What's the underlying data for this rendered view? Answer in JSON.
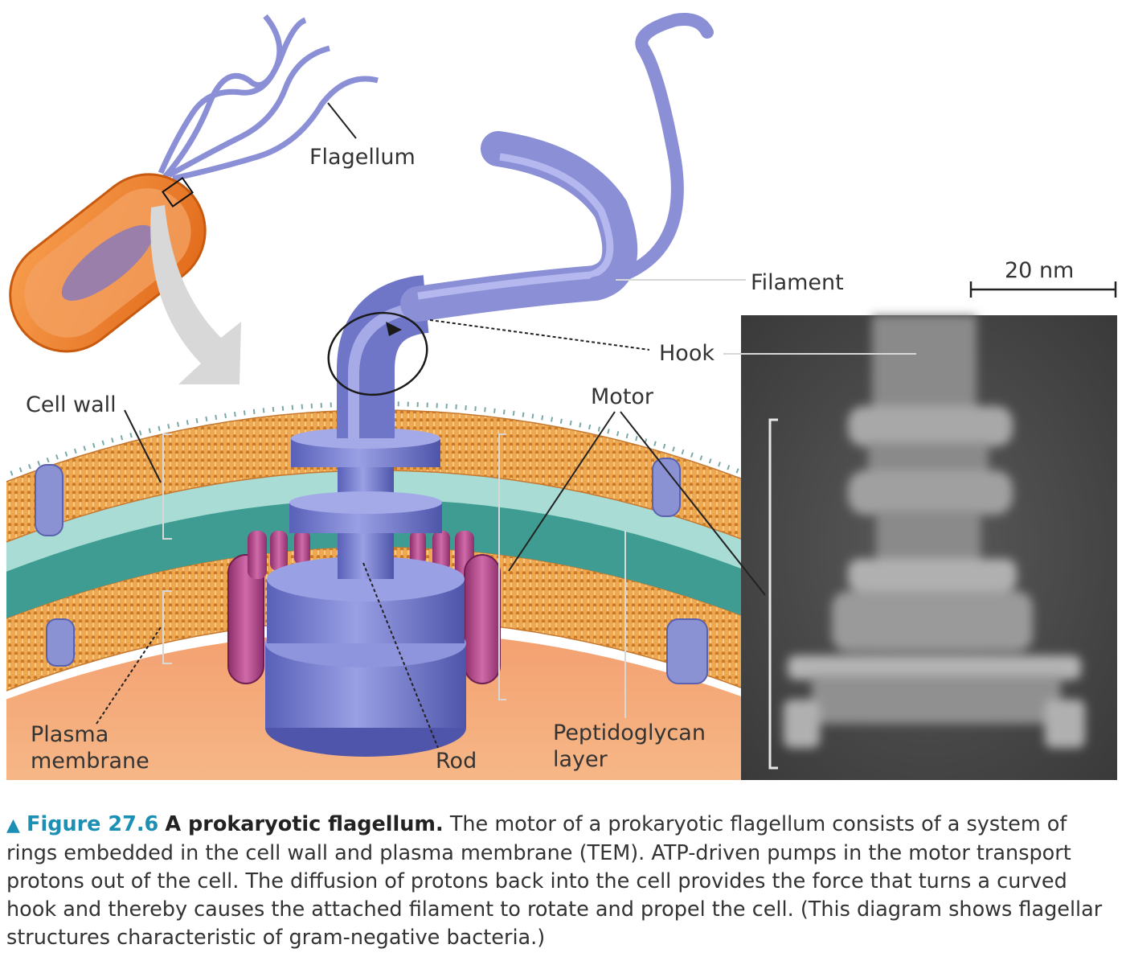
{
  "labels": {
    "flagellum": "Flagellum",
    "filament": "Filament",
    "hook": "Hook",
    "motor": "Motor",
    "cell_wall": "Cell wall",
    "plasma_membrane_1": "Plasma",
    "plasma_membrane_2": "membrane",
    "rod": "Rod",
    "peptidoglycan_1": "Peptidoglycan",
    "peptidoglycan_2": "layer",
    "scale_bar": "20 nm"
  },
  "caption": {
    "marker": "▲",
    "figure_number": "Figure 27.6",
    "title": "A prokaryotic flagellum.",
    "text": "The motor of a prokaryotic flagellum consists of a system of rings embedded in the cell wall and plasma membrane (TEM). ATP-driven pumps in the motor transport protons out of the cell. The diffusion of protons back into the cell provides the force that turns a curved hook and thereby causes the attached filament to rotate and propel the cell. (This diagram shows flagellar structures characteristic of gram-negative bacteria.)"
  },
  "colors": {
    "filament": "#8a8fd6",
    "motor": "#6f76c8",
    "pump": "#b04a8a",
    "membrane": "#e8a04a",
    "cytoplasm": "#f2b078",
    "cell_body": "#f08030",
    "periplasm": "#a8d8d0",
    "caption_accent": "#1c8fb5"
  }
}
